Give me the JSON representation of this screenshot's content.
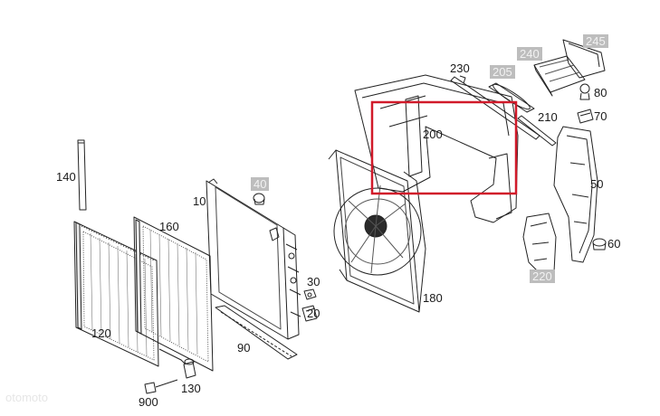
{
  "labels": {
    "p10": "10",
    "p30": "30",
    "p40": "40",
    "p50": "50",
    "p60": "60",
    "p70": "70",
    "p80": "80",
    "p90": "90",
    "p120": "120",
    "p130": "130",
    "p140": "140",
    "p160": "160",
    "p180": "180",
    "p200": "200",
    "p205": "205",
    "p210": "210",
    "p220": "220",
    "p230": "230",
    "p240": "240",
    "p245": "245",
    "p900": "900"
  },
  "highlight_color": "#d11a2a",
  "shaded_label_color": "#bdbdbd",
  "watermark": "otomoto"
}
